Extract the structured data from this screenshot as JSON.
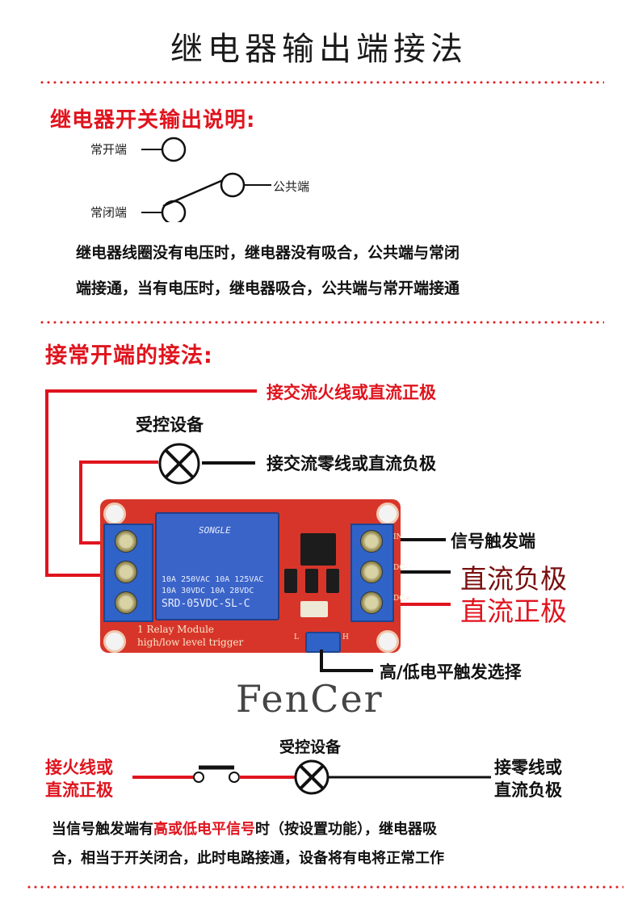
{
  "title": "继电器输出端接法",
  "section1": {
    "heading": "继电器开关输出说明:",
    "no_label": "常开端",
    "nc_label": "常闭端",
    "com_label": "公共端",
    "desc_line1": "继电器线圈没有电压时，继电器没有吸合，公共端与常闭",
    "desc_line2": "端接通，当有电压时，继电器吸合，公共端与常开端接通"
  },
  "section2": {
    "heading": "接常开端的接法:",
    "live_label": "接交流火线或直流正极",
    "device_label": "受控设备",
    "neutral_label": "接交流零线或直流负极",
    "signal_label": "信号触发端",
    "dc_neg_label": "直流负极",
    "dc_pos_label": "直流正极",
    "trigger_select_label": "高/低电平触发选择",
    "board": {
      "relay_brand": "SONGLE",
      "relay_rating1": "10A 250VAC  10A 125VAC",
      "relay_rating2": "10A  30VDC  10A  28VDC",
      "relay_model": "SRD-05VDC-SL-C",
      "module_line1": "1 Relay  Module",
      "module_line2": "high/low level trigger",
      "pin_in": "IN",
      "pin_dcm": "DC-",
      "pin_dcp": "DC+",
      "jumper_l": "L",
      "jumper_h": "H"
    },
    "brand_logo": "FenCer"
  },
  "section3": {
    "left_line1": "接火线或",
    "left_line2": "直流正极",
    "device_label": "受控设备",
    "right_line1": "接零线或",
    "right_line2": "直流负极",
    "desc_prefix": "当信号触发端有",
    "desc_highlight": "高或低电平信号",
    "desc_suffix": "时（按设置功能），继电器吸",
    "desc_line2": "合，相当于开关闭合，此时电路接通，设备将有电将正常工作"
  },
  "colors": {
    "accent_red": "#e0141e",
    "dark_red": "#7a0f0f",
    "board_red": "#d8352a",
    "terminal_blue": "#2f63c8"
  }
}
